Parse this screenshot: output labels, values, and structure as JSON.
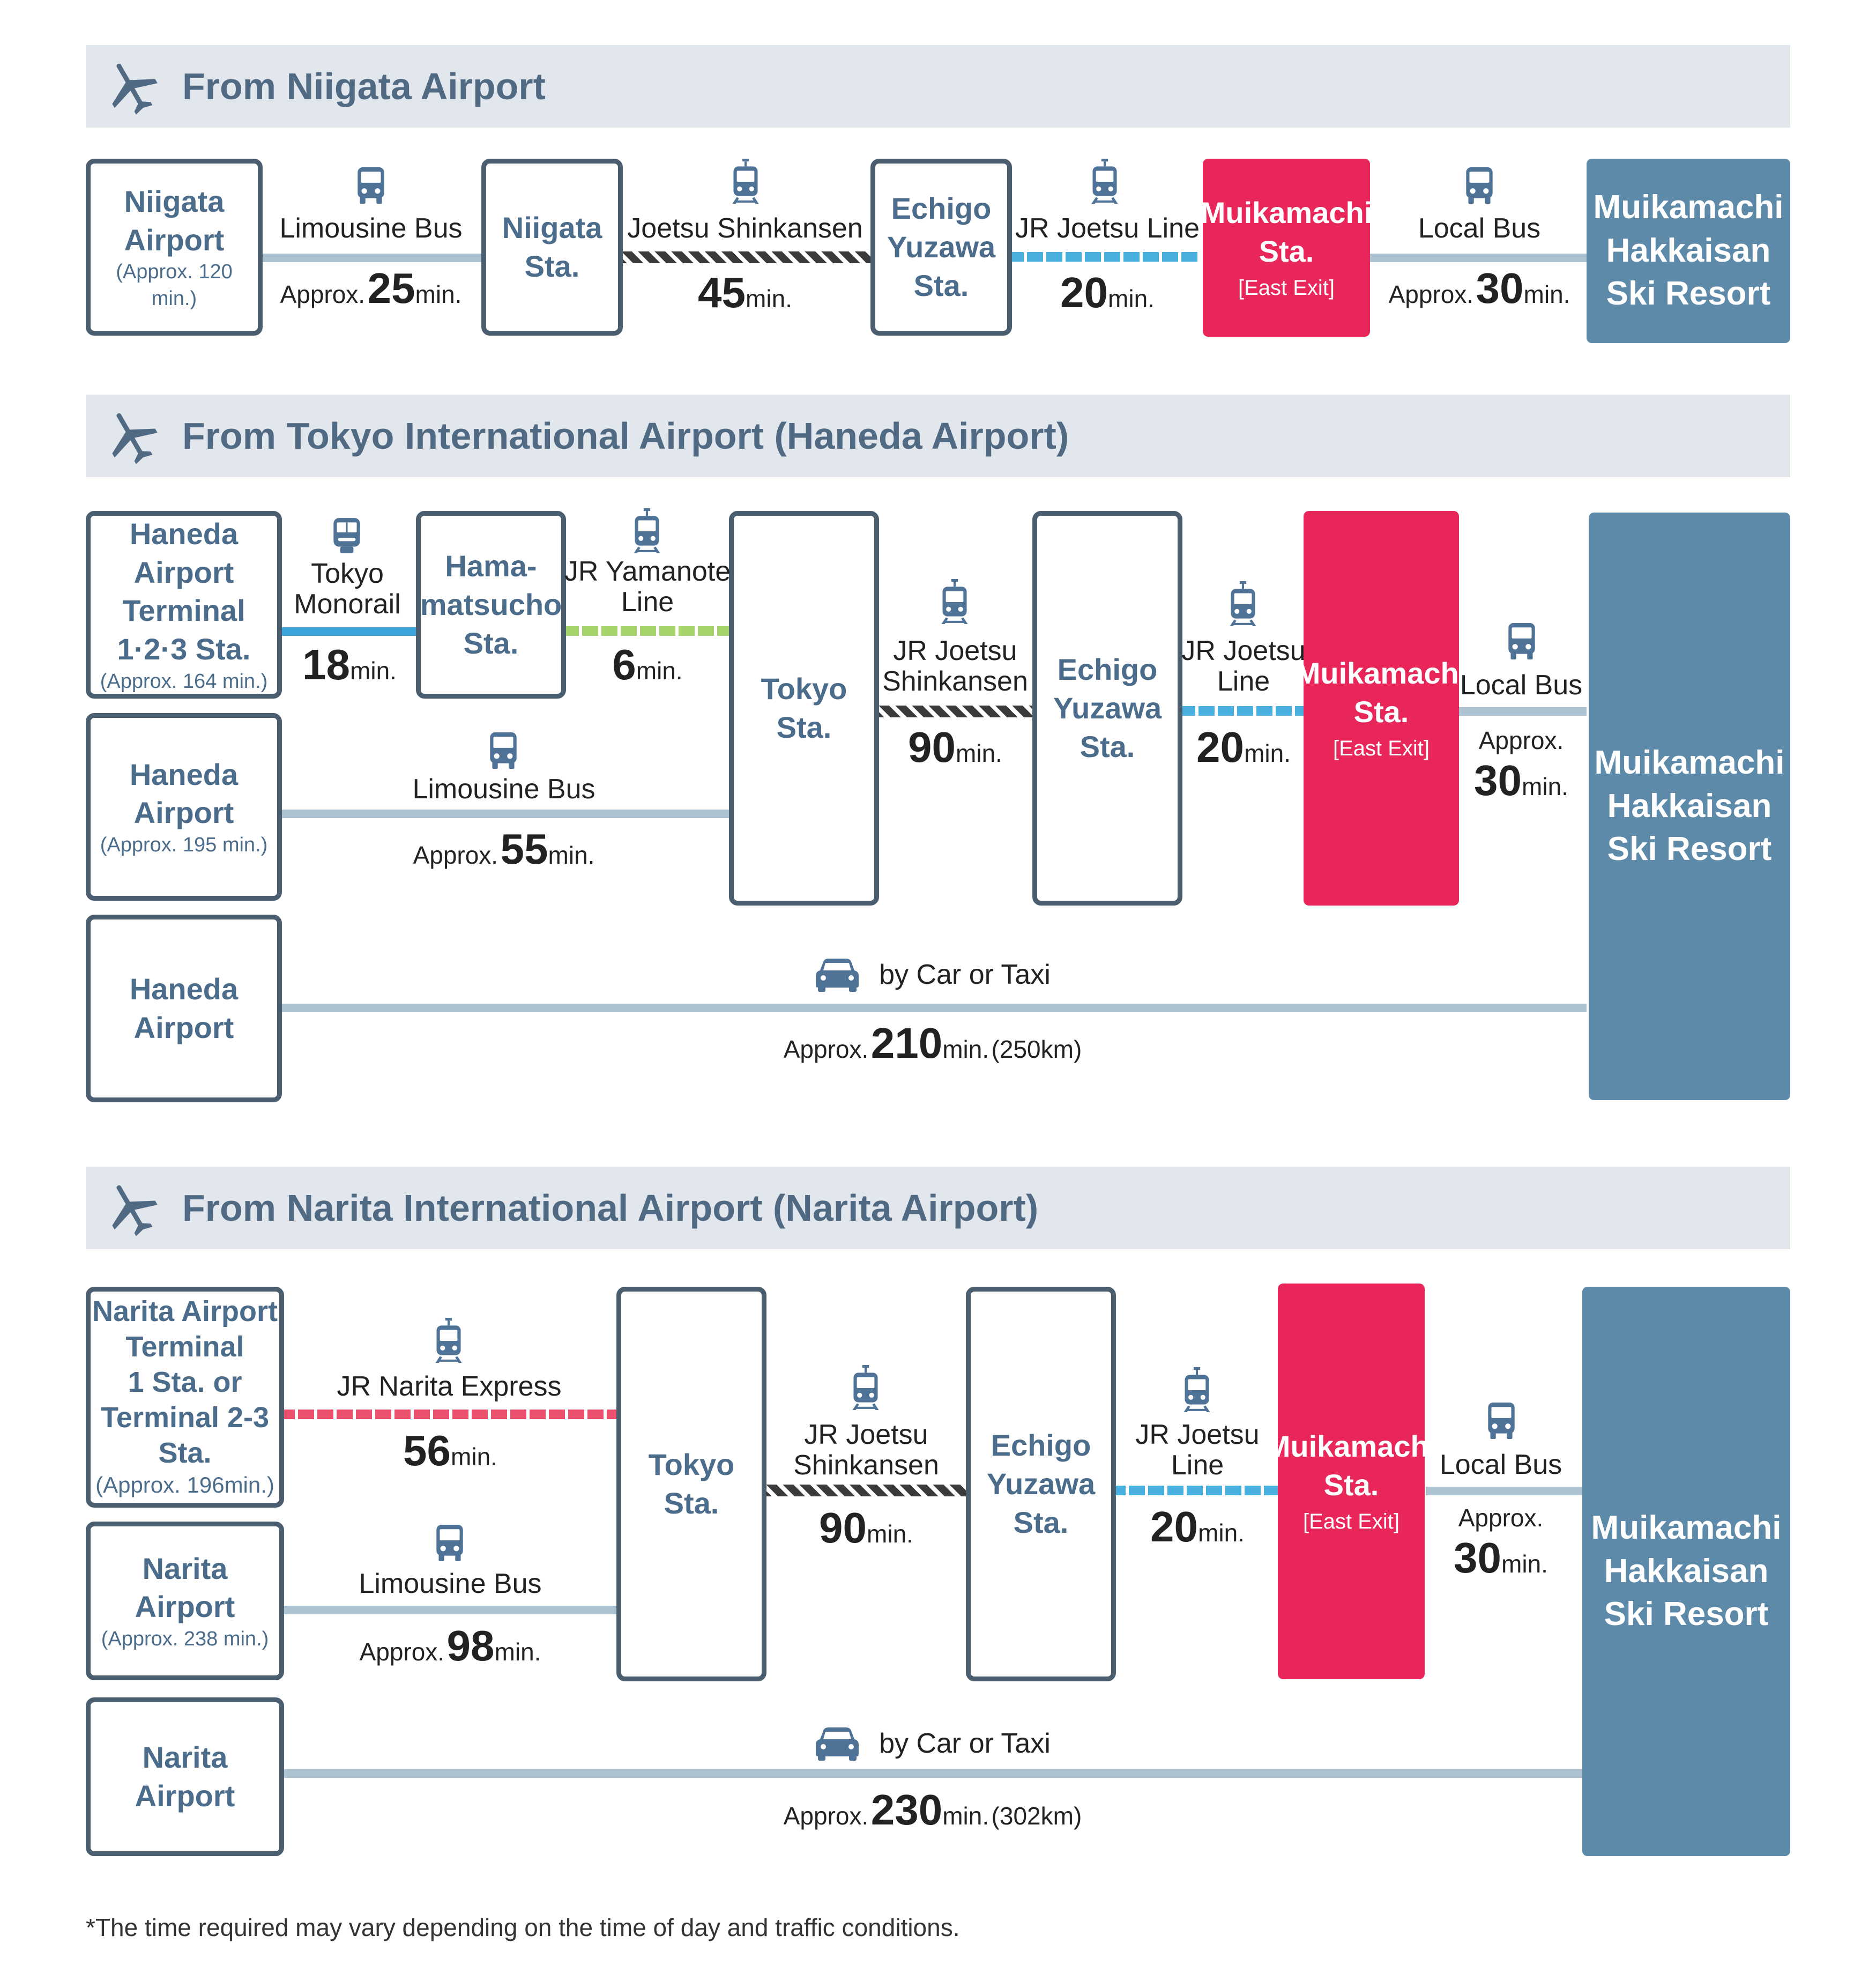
{
  "sections": [
    {
      "id": "niigata",
      "title": "From Niigata Airport"
    },
    {
      "id": "haneda",
      "title": "From Tokyo International Airport (Haneda Airport)"
    },
    {
      "id": "narita",
      "title": "From Narita International Airport (Narita Airport)"
    }
  ],
  "boxes": {
    "n_airport": {
      "name": "Niigata\nAirport",
      "note": "(Approx. 120 min.)"
    },
    "n_niigata_sta": {
      "name": "Niigata\nSta."
    },
    "n_echigo": {
      "name": "Echigo\nYuzawa\nSta."
    },
    "n_muika": {
      "name": "Muikamachi\nSta.",
      "note": "[East Exit]"
    },
    "n_dest": {
      "name": "Muikamachi\nHakkaisan\nSki Resort"
    },
    "h_terminal": {
      "name": "Haneda Airport\nTerminal\n1·2·3 Sta.",
      "note": "(Approx. 164 min.)"
    },
    "h_hama": {
      "name": "Hama-\nmatsucho\nSta."
    },
    "h_airport_bus": {
      "name": "Haneda\nAirport",
      "note": "(Approx. 195 min.)"
    },
    "h_airport_car": {
      "name": "Haneda\nAirport"
    },
    "h_tokyo": {
      "name": "Tokyo\nSta."
    },
    "h_echigo": {
      "name": "Echigo\nYuzawa\nSta."
    },
    "h_muika": {
      "name": "Muikamachi\nSta.",
      "note": "[East Exit]"
    },
    "h_dest": {
      "name": "Muikamachi\nHakkaisan\nSki Resort"
    },
    "r_terminal": {
      "name": "Narita Airport\nTerminal\n1 Sta. or\nTerminal 2-3 Sta.",
      "note": "(Approx. 196min.)"
    },
    "r_airport_bus": {
      "name": "Narita\nAirport",
      "note": "(Approx. 238 min.)"
    },
    "r_airport_car": {
      "name": "Narita\nAirport"
    },
    "r_tokyo": {
      "name": "Tokyo\nSta."
    },
    "r_echigo": {
      "name": "Echigo\nYuzawa\nSta."
    },
    "r_muika": {
      "name": "Muikamachi\nSta.",
      "note": "[East Exit]"
    },
    "r_dest": {
      "name": "Muikamachi\nHakkaisan\nSki Resort"
    }
  },
  "legs": {
    "n_limo": {
      "label": "Limousine Bus",
      "icon": "bus-icon",
      "pre": "Approx.",
      "num": "25",
      "unit": "min."
    },
    "n_shinkansen": {
      "label": "Joetsu Shinkansen",
      "icon": "train-icon",
      "num": "45",
      "unit": "min."
    },
    "n_joetsu": {
      "label": "JR Joetsu Line",
      "icon": "train-icon",
      "num": "20",
      "unit": "min."
    },
    "n_local": {
      "label": "Local Bus",
      "icon": "bus-icon",
      "pre": "Approx.",
      "num": "30",
      "unit": "min."
    },
    "h_monorail": {
      "label": "Tokyo\nMonorail",
      "icon": "monorail-icon",
      "num": "18",
      "unit": "min."
    },
    "h_yamanote": {
      "label": "JR Yamanote\nLine",
      "icon": "train-icon",
      "num": "6",
      "unit": "min."
    },
    "h_limo": {
      "label": "Limousine Bus",
      "icon": "bus-icon",
      "pre": "Approx.",
      "num": "55",
      "unit": "min."
    },
    "h_shinkansen": {
      "label": "JR Joetsu\nShinkansen",
      "icon": "train-icon",
      "num": "90",
      "unit": "min."
    },
    "h_joetsu": {
      "label": "JR Joetsu\nLine",
      "icon": "train-icon",
      "num": "20",
      "unit": "min."
    },
    "h_local": {
      "label": "Local Bus",
      "icon": "bus-icon",
      "pre": "Approx.",
      "num": "30",
      "unit": "min."
    },
    "h_car": {
      "label": "by Car or Taxi",
      "icon": "car-icon",
      "pre": "Approx.",
      "num": "210",
      "unit": "min.",
      "post": "(250km)"
    },
    "r_nex": {
      "label": "JR Narita Express",
      "icon": "train-icon",
      "num": "56",
      "unit": "min."
    },
    "r_limo": {
      "label": "Limousine Bus",
      "icon": "bus-icon",
      "pre": "Approx.",
      "num": "98",
      "unit": "min."
    },
    "r_shinkansen": {
      "label": "JR Joetsu\nShinkansen",
      "icon": "train-icon",
      "num": "90",
      "unit": "min."
    },
    "r_joetsu": {
      "label": "JR Joetsu\nLine",
      "icon": "train-icon",
      "num": "20",
      "unit": "min."
    },
    "r_local": {
      "label": "Local Bus",
      "icon": "bus-icon",
      "pre": "Approx.",
      "num": "30",
      "unit": "min."
    },
    "r_car": {
      "label": "by Car or Taxi",
      "icon": "car-icon",
      "pre": "Approx.",
      "num": "230",
      "unit": "min.",
      "post": "(302km)"
    }
  },
  "colors": {
    "header_bg": "#e2e6ed",
    "header_text": "#516a83",
    "box_border": "#4b5e70",
    "box_text": "#4b6c8a",
    "station_red": "#e8265a",
    "destination": "#5e8aaa",
    "bus_line": "#aec3d2",
    "monorail_line": "#3aa6dc",
    "yamanote_line": "#a5d46a",
    "joetsu_line": "#48b0df",
    "shinkansen_line": "#3a3a3a",
    "narita_express_line": "#e9516e",
    "icon": "#4f7397"
  },
  "footnote": "*The time required may vary depending on the time of day and traffic conditions."
}
